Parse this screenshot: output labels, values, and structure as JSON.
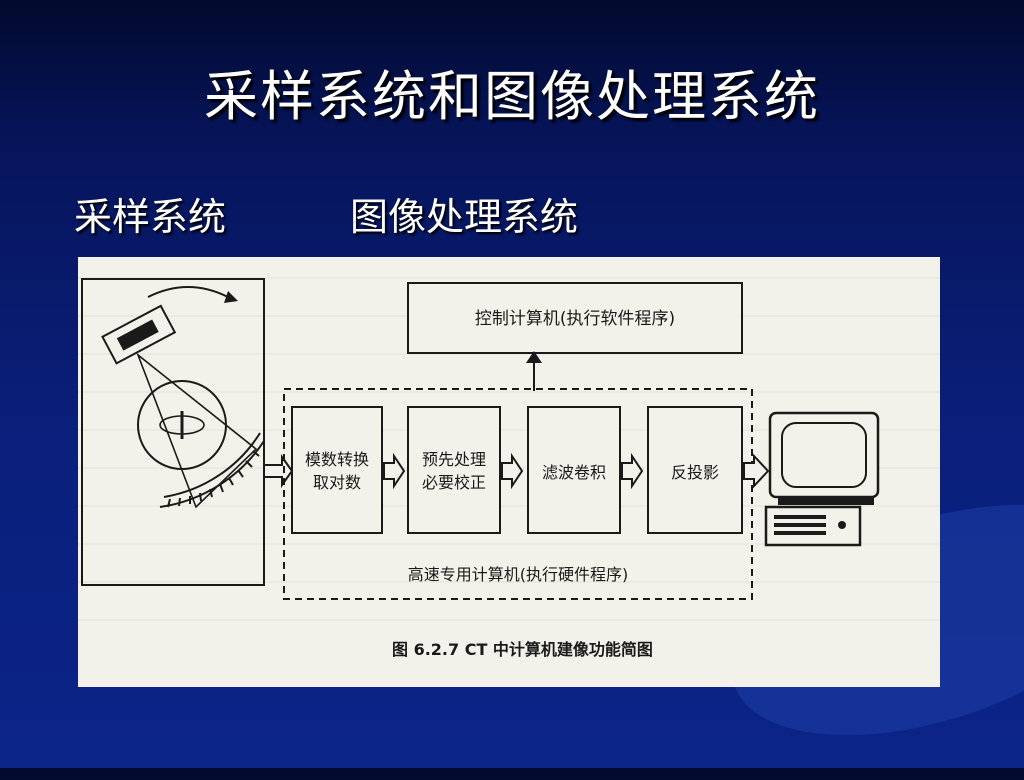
{
  "slide": {
    "title": "采样系统和图像处理系统",
    "subtitle_left": "采样系统",
    "subtitle_right": "图像处理系统"
  },
  "figure": {
    "control_computer": "控制计算机(执行软件程序)",
    "steps": [
      "模数转换",
      "取对数",
      "预先处理",
      "必要校正",
      "滤波卷积",
      "反投影"
    ],
    "hardware_label": "高速专用计算机(执行硬件程序)",
    "caption": "图 6.2.7   CT 中计算机建像功能简图"
  },
  "colors": {
    "background": "#0a1f7a",
    "title": "#ffffff",
    "figure_bg": "#f2f1ea",
    "ink": "#1a1a1a"
  }
}
